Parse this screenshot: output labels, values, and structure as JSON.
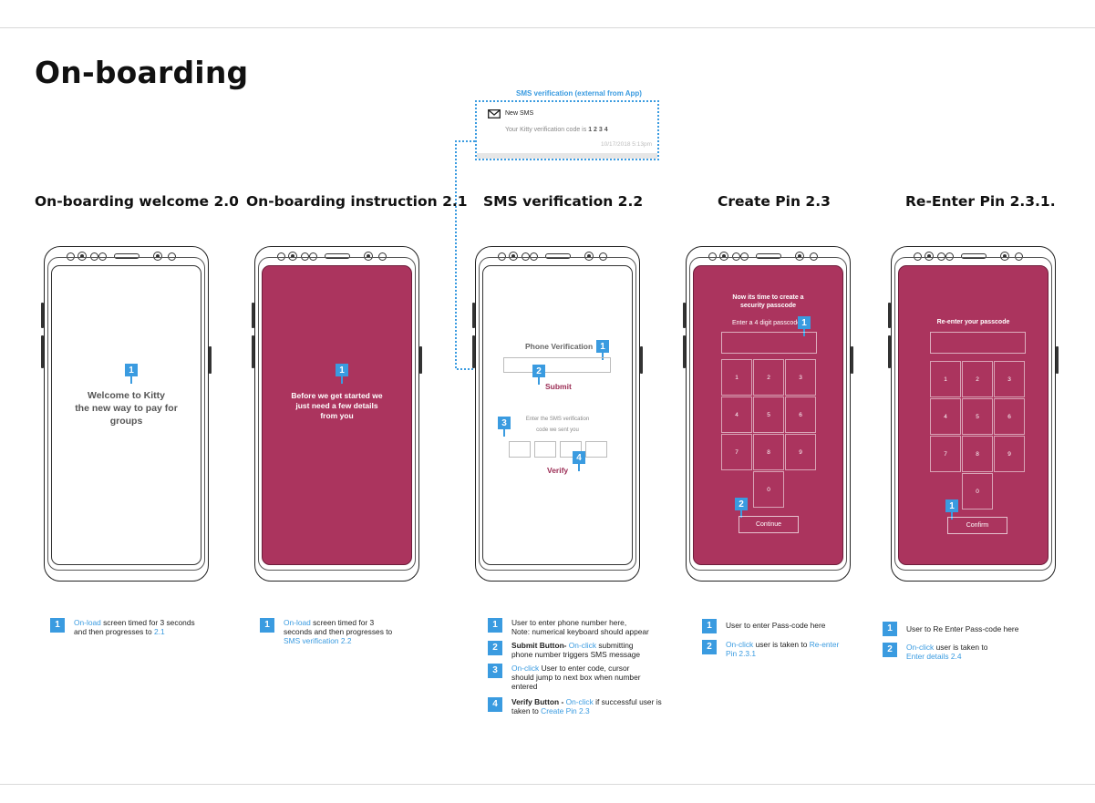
{
  "page": {
    "title": "On-boarding"
  },
  "sms_popup": {
    "label": "SMS verification (external from App)",
    "heading": "New SMS",
    "message_prefix": "Your Kitty verification code is ",
    "code": "1 2 3 4",
    "timestamp": "10/17/2018 5:13pm"
  },
  "screens": [
    {
      "title": "On-boarding welcome 2.0",
      "line1": "Welcome to Kitty",
      "line2": "the new way to pay for",
      "line3": "groups",
      "markers": [
        "1"
      ]
    },
    {
      "title": "On-boarding instruction 2.1",
      "line1": "Before we get started we",
      "line2": "just need a few details",
      "line3": "from you",
      "markers": [
        "1"
      ]
    },
    {
      "title": "SMS verification 2.2",
      "phone_label": "Phone Verification",
      "submit": "Submit",
      "code_line1": "Enter the SMS verification",
      "code_line2": "code we sent you",
      "verify": "Verify",
      "markers": [
        "1",
        "2",
        "3",
        "4"
      ]
    },
    {
      "title": "Create Pin 2.3",
      "heading1": "Now its time to create a",
      "heading2": "security passcode",
      "sub": "Enter a 4 digit passcode",
      "keys": [
        "1",
        "2",
        "3",
        "4",
        "5",
        "6",
        "7",
        "8",
        "9",
        "0"
      ],
      "button": "Continue",
      "markers": [
        "1",
        "2"
      ]
    },
    {
      "title": "Re-Enter Pin 2.3.1.",
      "heading": "Re-enter your passcode",
      "keys": [
        "1",
        "2",
        "3",
        "4",
        "5",
        "6",
        "7",
        "8",
        "9",
        "0"
      ],
      "button": "Confirm",
      "markers": [
        "1"
      ]
    }
  ],
  "notes": {
    "welcome": [
      {
        "num": "1",
        "a": "On-load",
        "b": " screen timed for 3 seconds and then progresses to ",
        "c": "2.1"
      }
    ],
    "instruction": [
      {
        "num": "1",
        "a": "On-load",
        "b": " screen timed for 3 seconds and then progresses to ",
        "c": "SMS verification 2.2"
      }
    ],
    "sms": [
      {
        "num": "1",
        "a": "User to enter phone number here,",
        "b": "Note: numerical keyboard should appear"
      },
      {
        "num": "2",
        "a": "Submit Button- ",
        "b": "On-click",
        "c": " submitting phone number triggers SMS message"
      },
      {
        "num": "3",
        "a": "On-click",
        "b": " User to enter code, cursor should jump to next box when number entered"
      },
      {
        "num": "4",
        "a": "Verify Button - ",
        "b": "On-click",
        "c": " if successful user is taken to ",
        "d": "Create Pin 2.3"
      }
    ],
    "pin": [
      {
        "num": "1",
        "a": "User to enter Pass-code here"
      },
      {
        "num": "2",
        "a": "On-click",
        "b": " user is taken to ",
        "c": "Re-enter Pin 2.3.1"
      }
    ],
    "reenter": [
      {
        "num": "1",
        "a": "User to Re Enter Pass-code here"
      },
      {
        "num": "2",
        "a": "On-click",
        "b": " user is taken to ",
        "c": "Enter details 2.4"
      }
    ]
  },
  "colors": {
    "accent": "#3a9be0",
    "plum": "#ab345e",
    "submit": "#9b2c54"
  }
}
